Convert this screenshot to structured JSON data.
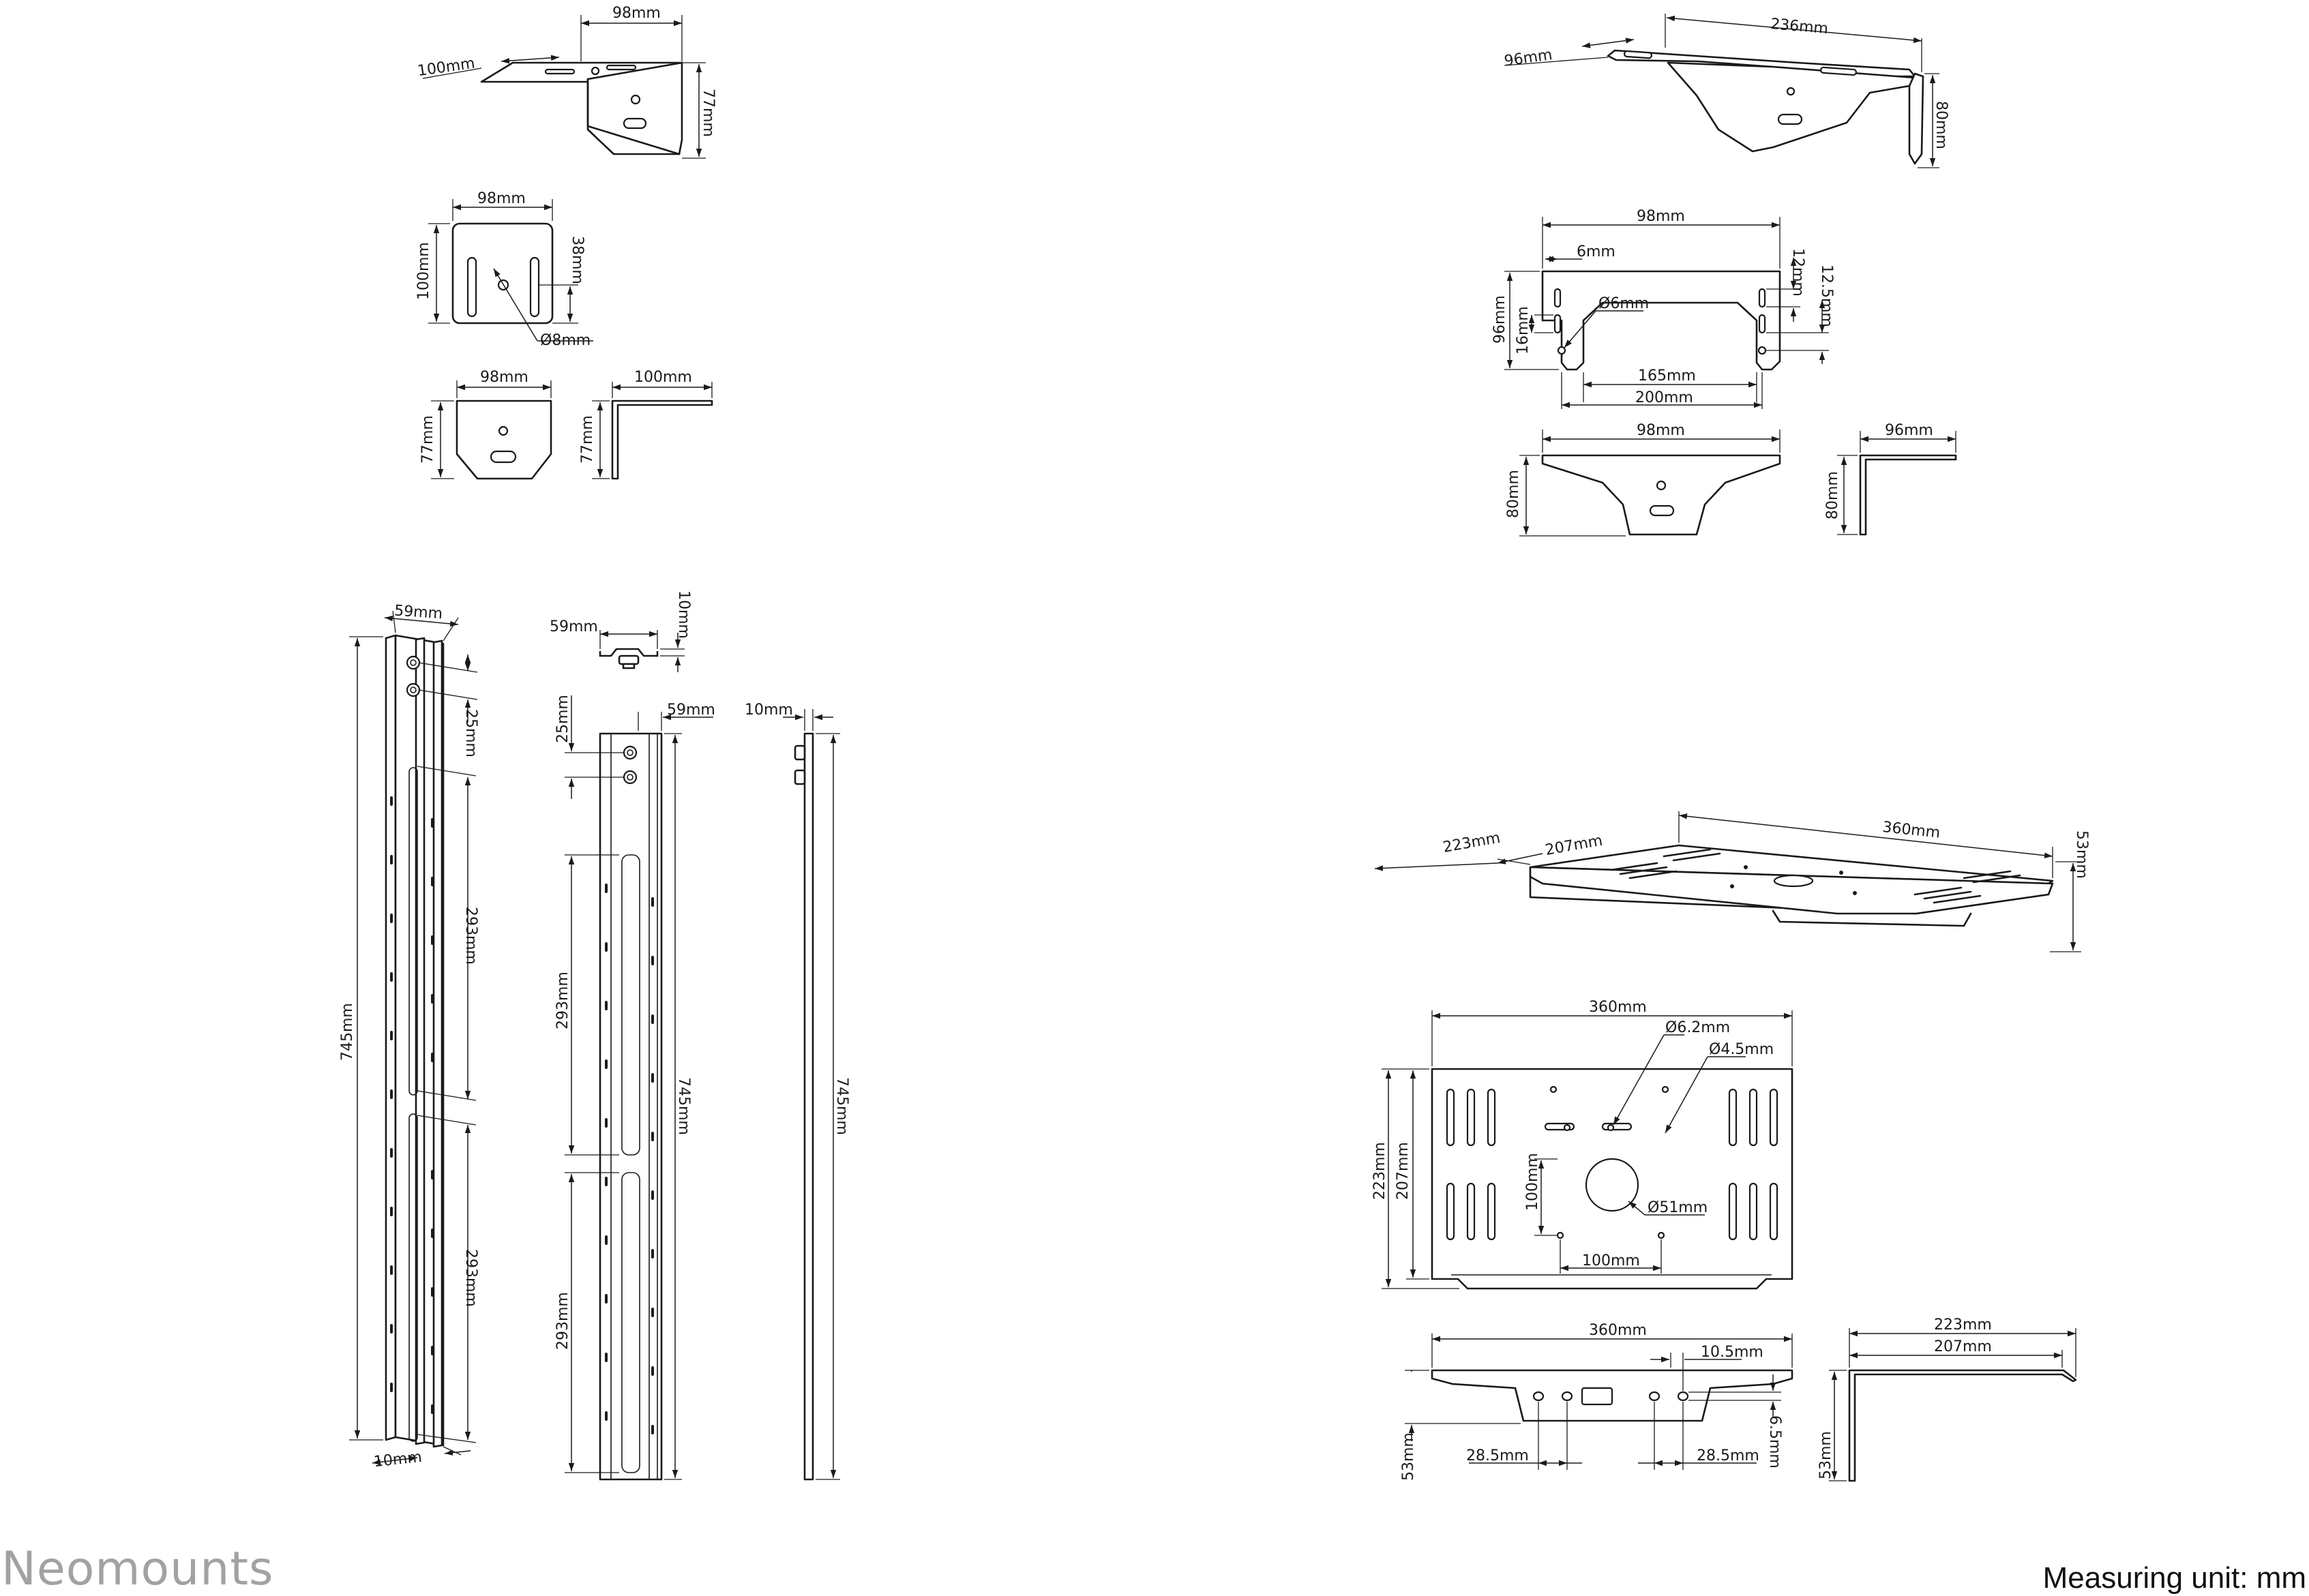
{
  "brand": {
    "name": "Neomounts",
    "color": "#a2a2a2"
  },
  "footer": {
    "measuring_unit": "Measuring unit: mm"
  },
  "line_color": "#1a1a1a",
  "small_bracket": {
    "iso": {
      "depth": "100mm",
      "width": "98mm",
      "height": "77mm"
    },
    "top": {
      "width": "98mm",
      "depth": "100mm",
      "slot_offset": "38mm",
      "hole": "Ø8mm"
    },
    "front": {
      "width": "98mm",
      "height": "77mm"
    },
    "side": {
      "depth": "100mm",
      "height": "77mm"
    }
  },
  "large_bracket": {
    "iso": {
      "depth": "96mm",
      "width": "236mm",
      "height": "80mm"
    },
    "top": {
      "width": "98mm",
      "slot_gap": "6mm",
      "depth": "96mm",
      "slot_len": "16mm",
      "hole": "Ø6mm",
      "inner": "165mm",
      "outer": "200mm",
      "edge_a": "12mm",
      "edge_b": "12.5mm"
    },
    "front": {
      "width": "98mm",
      "height": "80mm"
    },
    "side": {
      "depth": "96mm",
      "height": "80mm"
    }
  },
  "rails": {
    "iso": {
      "width": "59mm",
      "length": "745mm",
      "bolt_gap": "25mm",
      "span_a": "293mm",
      "span_b": "293mm",
      "thickness": "10mm"
    },
    "end": {
      "width": "59mm",
      "height": "10mm"
    },
    "front": {
      "bolt_gap": "25mm",
      "width": "59mm",
      "span_a": "293mm",
      "span_b": "293mm",
      "length": "745mm"
    },
    "side": {
      "thickness": "10mm",
      "length": "745mm"
    }
  },
  "shelf": {
    "iso": {
      "depth_total": "223mm",
      "depth_inner": "207mm",
      "width": "360mm",
      "height": "53mm"
    },
    "top": {
      "width": "360mm",
      "hole_a": "Ø6.2mm",
      "hole_b": "Ø4.5mm",
      "depth_total": "223mm",
      "depth_inner": "207mm",
      "hole_pitch_v": "100mm",
      "center_hole": "Ø51mm",
      "hole_pitch_h": "100mm"
    },
    "front": {
      "width": "360mm",
      "offset": "10.5mm",
      "height": "53mm",
      "pitch_left": "28.5mm",
      "pitch_right": "28.5mm",
      "lip": "6.5mm"
    },
    "side": {
      "depth_total": "223mm",
      "depth_inner": "207mm",
      "height": "53mm"
    }
  }
}
